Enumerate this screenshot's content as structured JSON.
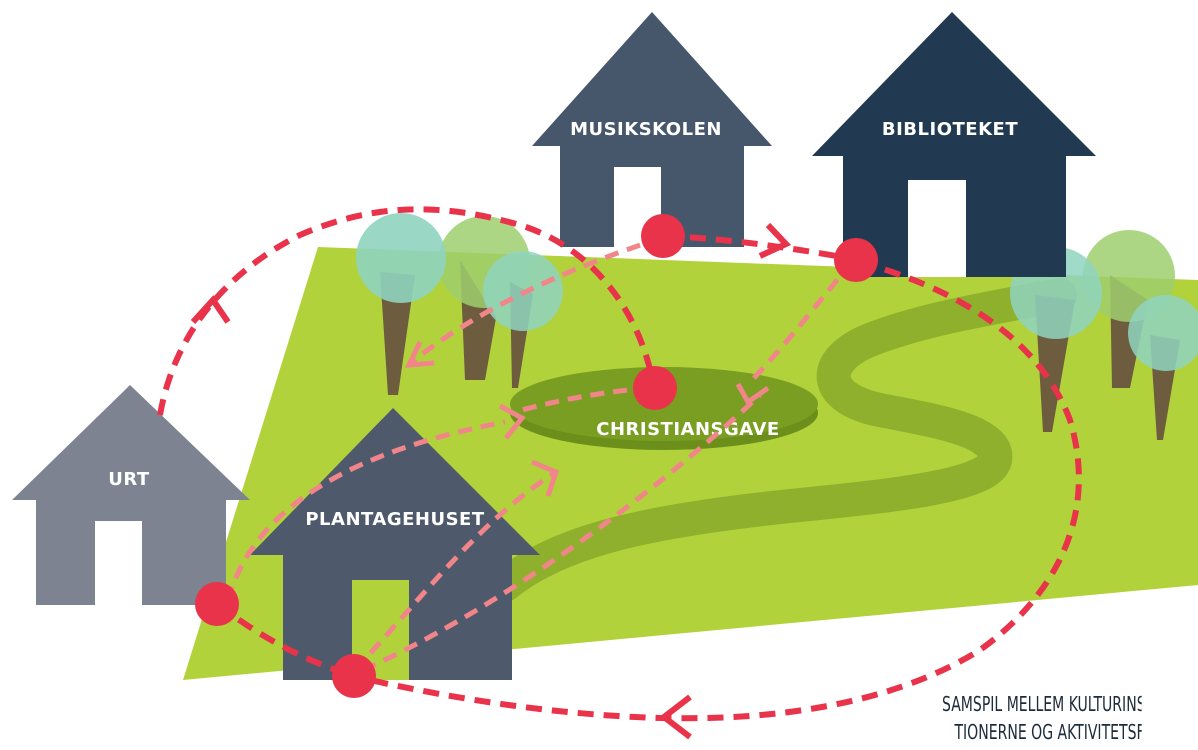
{
  "houses": {
    "musikskolen": {
      "label": "MUSIKSKOLEN",
      "color": "#46566b"
    },
    "biblioteket": {
      "label": "BIBLIOTEKET",
      "color": "#213a52"
    },
    "urt": {
      "label": "URT",
      "color": "#7d8391"
    },
    "plantagehuset": {
      "label": "PLANTAGEHUSET",
      "color": "#4e5a6b"
    }
  },
  "center": {
    "label": "CHRISTIANSGAVE"
  },
  "caption": {
    "line1": "SAMSPIL MELLEM KULTURINSTITU",
    "line2": "TIONERNE OG AKTIVITETSFORLØ"
  },
  "colors": {
    "lawn": "#b1d23a",
    "path": "#8fb02d",
    "ellipse": "#7a9e22",
    "route_primary": "#e8334a",
    "route_secondary": "#f1858a",
    "trunk": "#6e5c3e",
    "tree_teal": "#8fd3bf",
    "tree_green": "#9fcf6f"
  }
}
